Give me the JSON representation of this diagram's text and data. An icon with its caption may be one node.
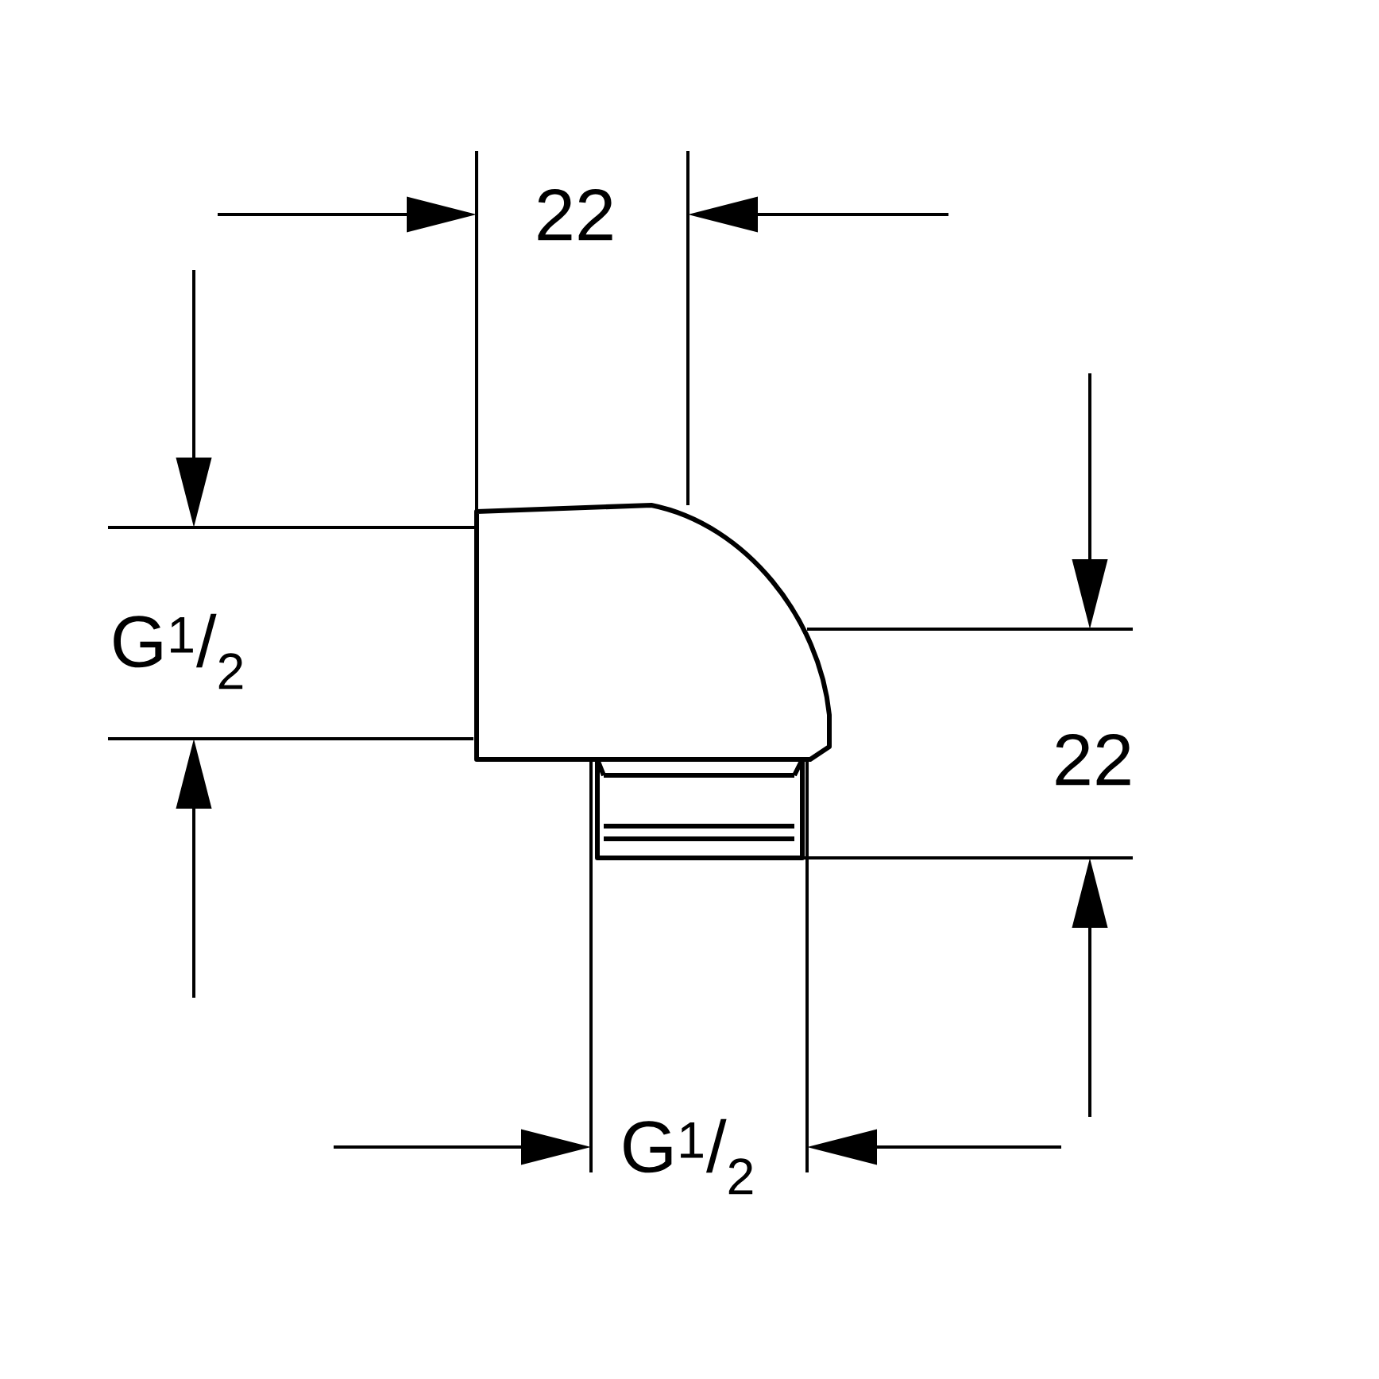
{
  "diagram": {
    "labels": [
      "22",
      "G$^{1}$/$_{2}$",
      "22",
      "G$^{1}$/$_{2}$"
    ]
  }
}
